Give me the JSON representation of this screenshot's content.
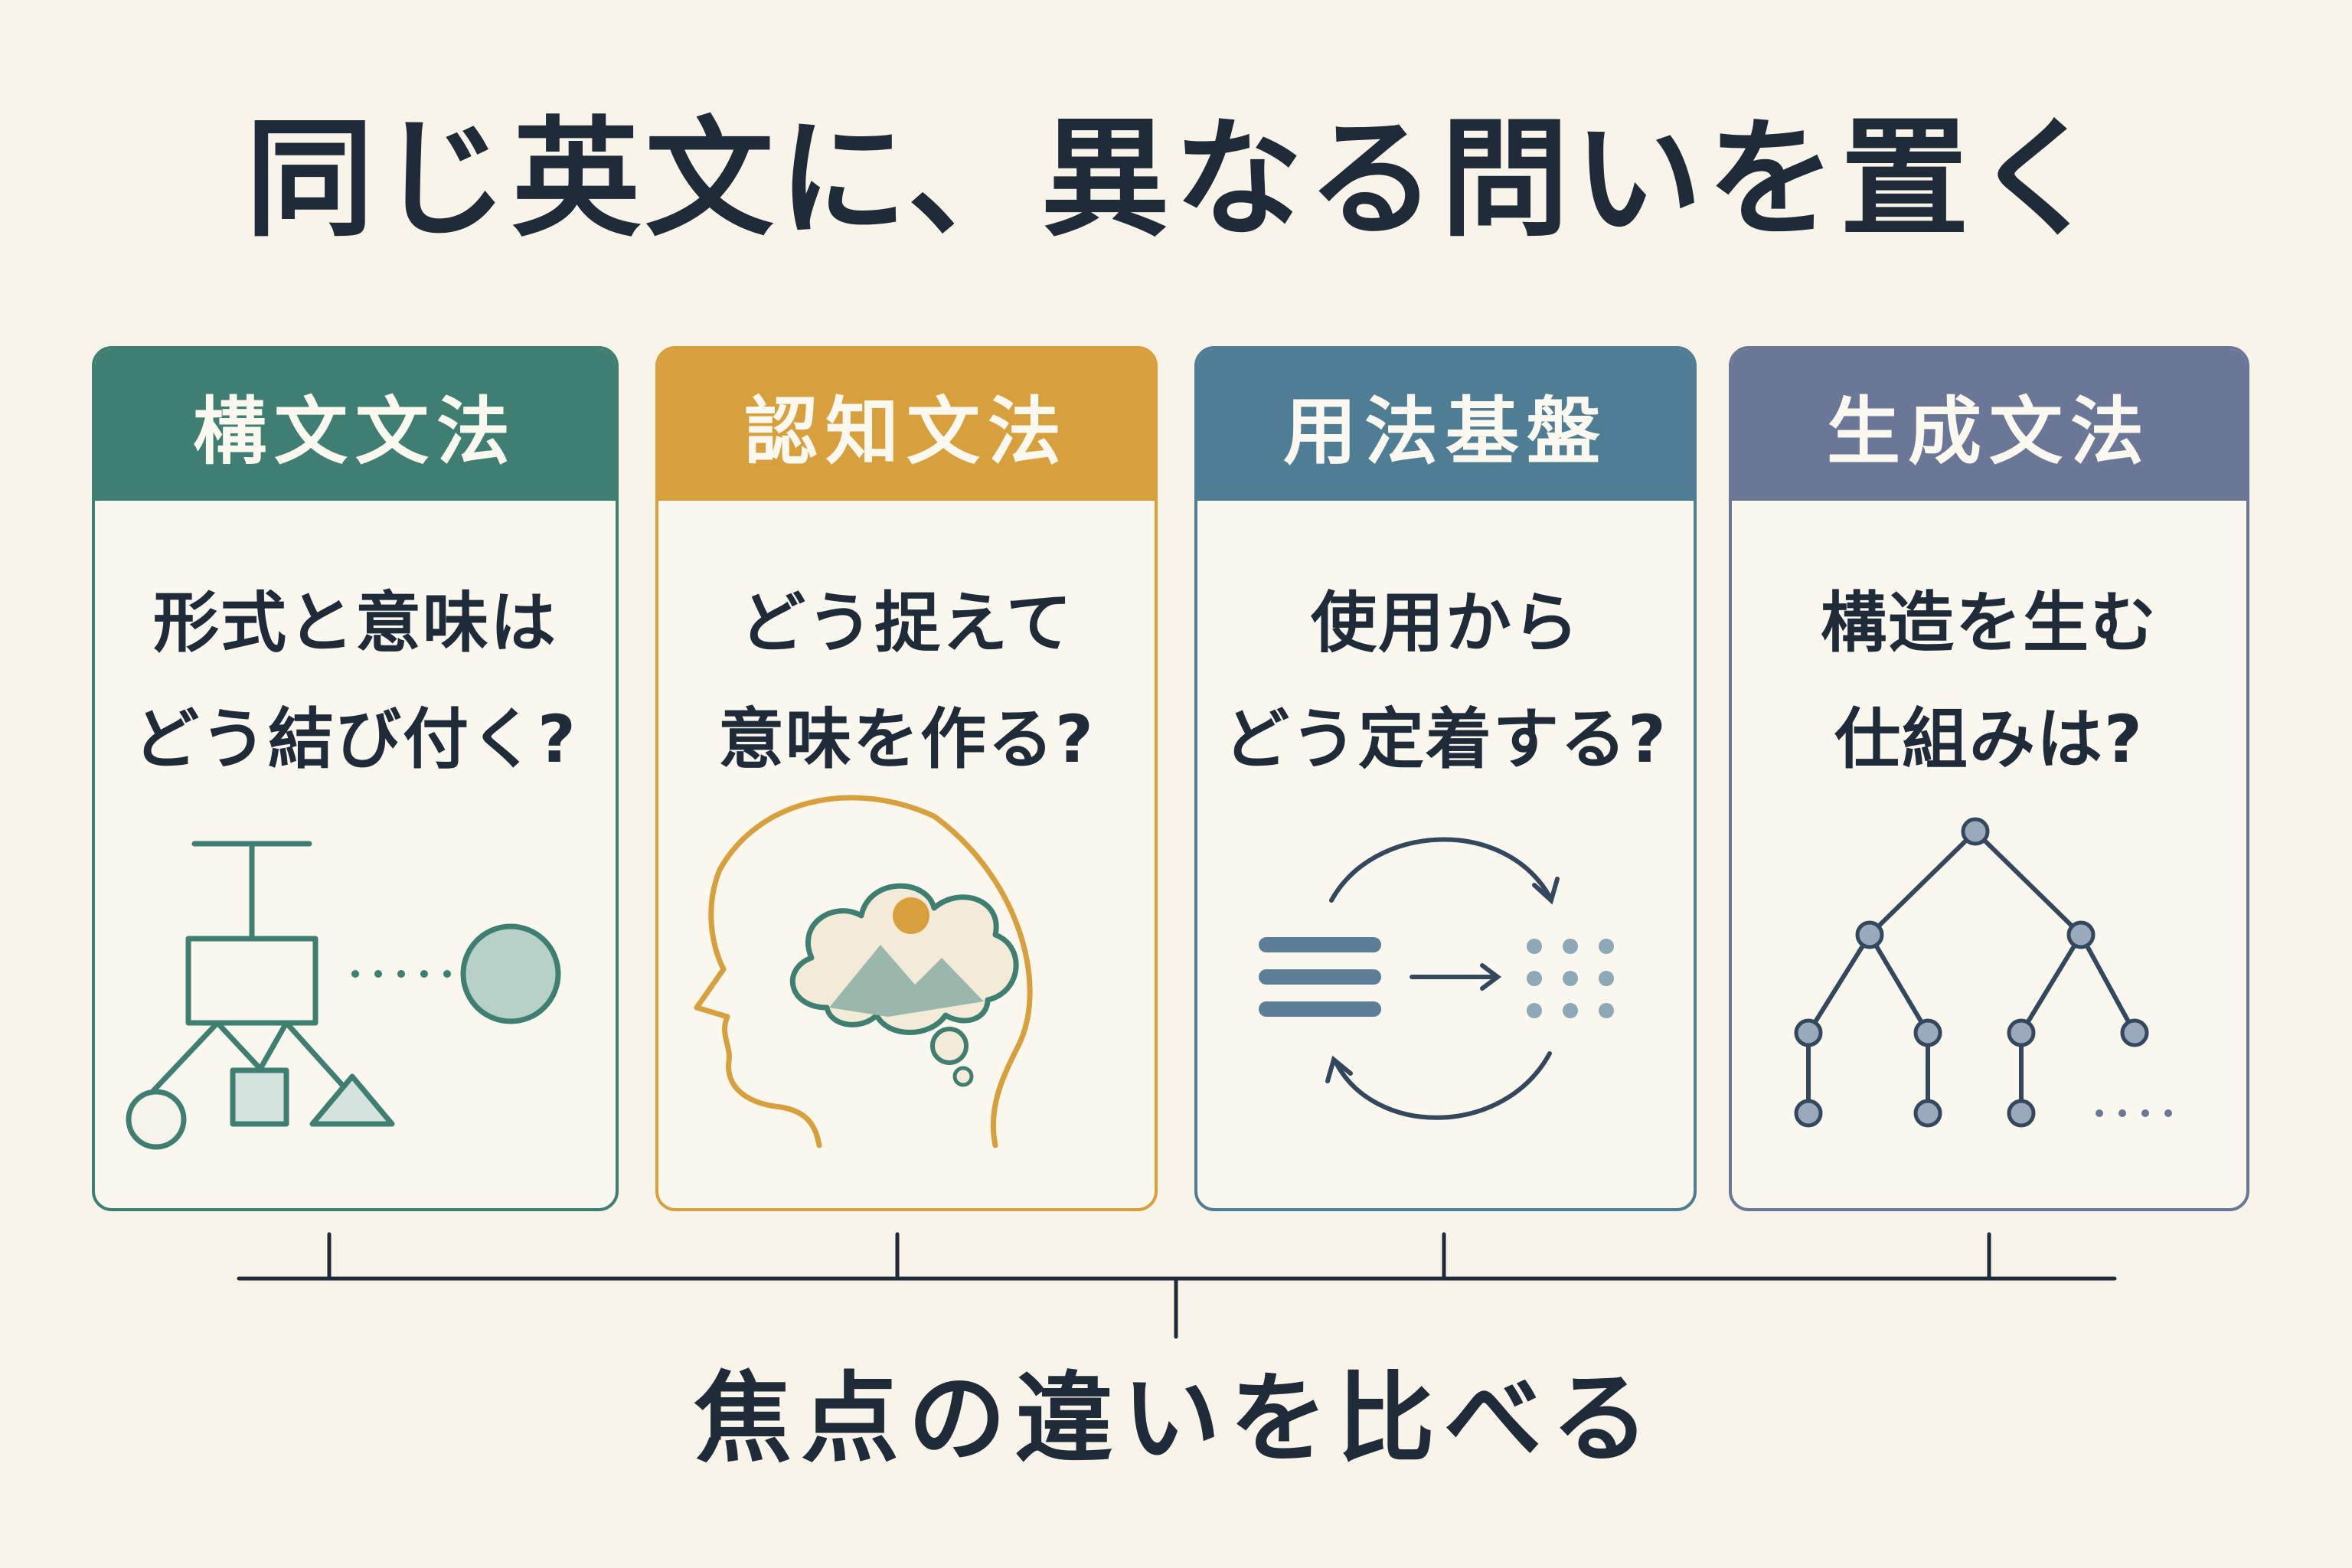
{
  "title": "同じ英文に、異なる問いを置く",
  "cards": [
    {
      "heading": "構文文法",
      "question_lines": [
        "形式と意味は",
        "どう結び付く?"
      ],
      "color": "#3f7f71",
      "icon": "construction-network-icon"
    },
    {
      "heading": "認知文法",
      "question_lines": [
        "どう捉えて",
        "意味を作る?"
      ],
      "color": "#d7a03c",
      "icon": "head-thought-icon"
    },
    {
      "heading": "用法基盤",
      "question_lines": [
        "使用から",
        "どう定着する?"
      ],
      "color": "#4f7d93",
      "icon": "usage-cycle-icon"
    },
    {
      "heading": "生成文法",
      "question_lines": [
        "構造を生む",
        "仕組みは?"
      ],
      "color": "#6a7797",
      "icon": "syntax-tree-icon"
    }
  ],
  "footer": "焦点の違いを比べる"
}
